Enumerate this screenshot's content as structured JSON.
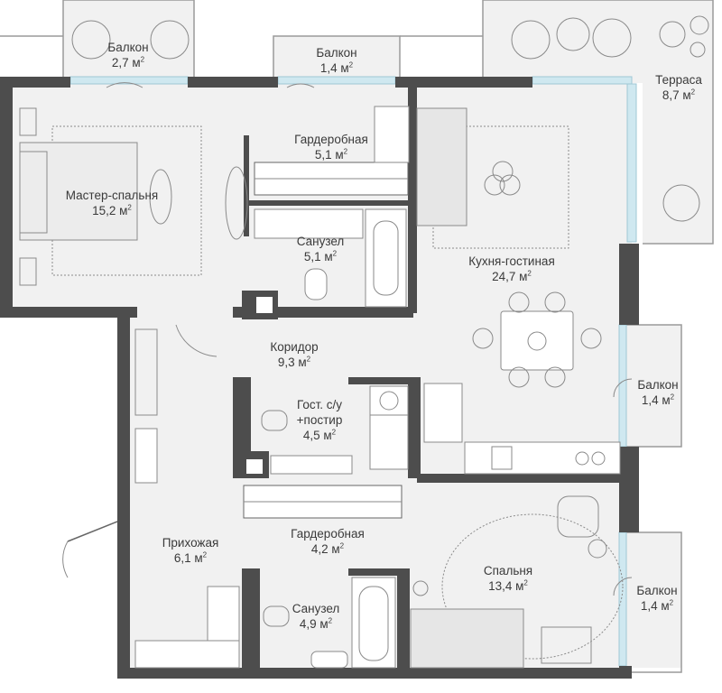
{
  "colors": {
    "wall": "#4d4d4d",
    "floor": "#f1f1f1",
    "window": "#cfe8f0",
    "furniture_line": "#8a8a8a",
    "label": "#3a3a3a"
  },
  "area_unit_superscript": "2",
  "rooms": [
    {
      "id": "balcony-1",
      "name": "Балкон",
      "area": "2,7 м"
    },
    {
      "id": "balcony-2",
      "name": "Балкон",
      "area": "1,4 м"
    },
    {
      "id": "terrace",
      "name": "Терраса",
      "area": "8,7 м"
    },
    {
      "id": "wardrobe-1",
      "name": "Гардеробная",
      "area": "5,1 м"
    },
    {
      "id": "master-bedroom",
      "name": "Мастер-спальня",
      "area": "15,2 м"
    },
    {
      "id": "bathroom-1",
      "name": "Санузел",
      "area": "5,1 м"
    },
    {
      "id": "kitchen-living",
      "name": "Кухня-гостиная",
      "area": "24,7 м"
    },
    {
      "id": "corridor",
      "name": "Коридор",
      "area": "9,3 м"
    },
    {
      "id": "guest-wc",
      "name": "Гост. с/у",
      "name2": "+постир",
      "area": "4,5 м"
    },
    {
      "id": "balcony-3",
      "name": "Балкон",
      "area": "1,4 м"
    },
    {
      "id": "hallway",
      "name": "Прихожая",
      "area": "6,1 м"
    },
    {
      "id": "wardrobe-2",
      "name": "Гардеробная",
      "area": "4,2 м"
    },
    {
      "id": "bedroom",
      "name": "Спальня",
      "area": "13,4 м"
    },
    {
      "id": "bathroom-2",
      "name": "Санузел",
      "area": "4,9 м"
    },
    {
      "id": "balcony-4",
      "name": "Балкон",
      "area": "1,4 м"
    }
  ]
}
